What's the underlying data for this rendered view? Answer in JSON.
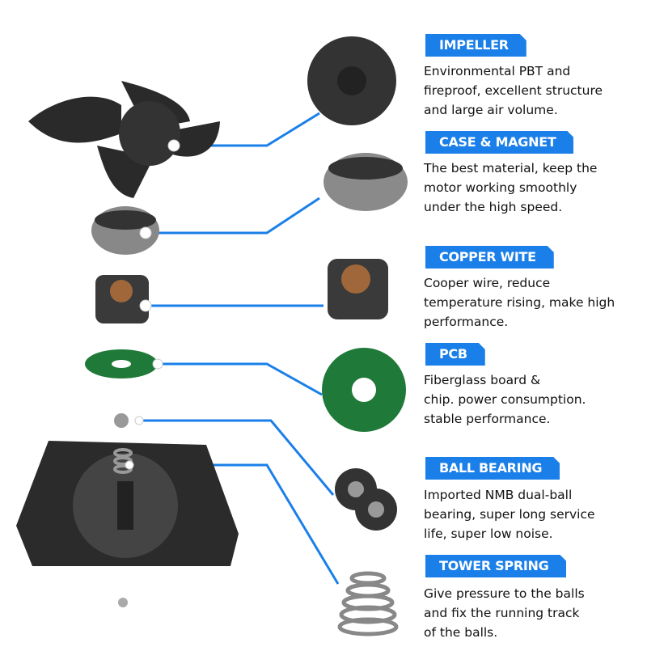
{
  "components": [
    {
      "title": "IMPELLER",
      "lines": [
        "Environmental PBT and",
        "fireproof, excellent structure",
        "and large air volume."
      ]
    },
    {
      "title": "CASE & MAGNET",
      "lines": [
        "The best material, keep the",
        "motor working smoothly",
        "under the high speed."
      ]
    },
    {
      "title": "COPPER WITE",
      "lines": [
        "Cooper wire, reduce",
        "temperature rising, make high",
        "performance."
      ]
    },
    {
      "title": "PCB",
      "lines": [
        "Fiberglass board &",
        "chip. power consumption.",
        "stable performance."
      ]
    },
    {
      "title": "BALL BEARING",
      "lines": [
        "Imported NMB dual-ball",
        "bearing, super long service",
        "life, super low noise."
      ]
    },
    {
      "title": "TOWER SPRING",
      "lines": [
        "Give pressure to the balls",
        "and fix the running track",
        "of the balls."
      ]
    }
  ],
  "colors": {
    "accent": "#1a7fe8",
    "text": "#111111"
  }
}
